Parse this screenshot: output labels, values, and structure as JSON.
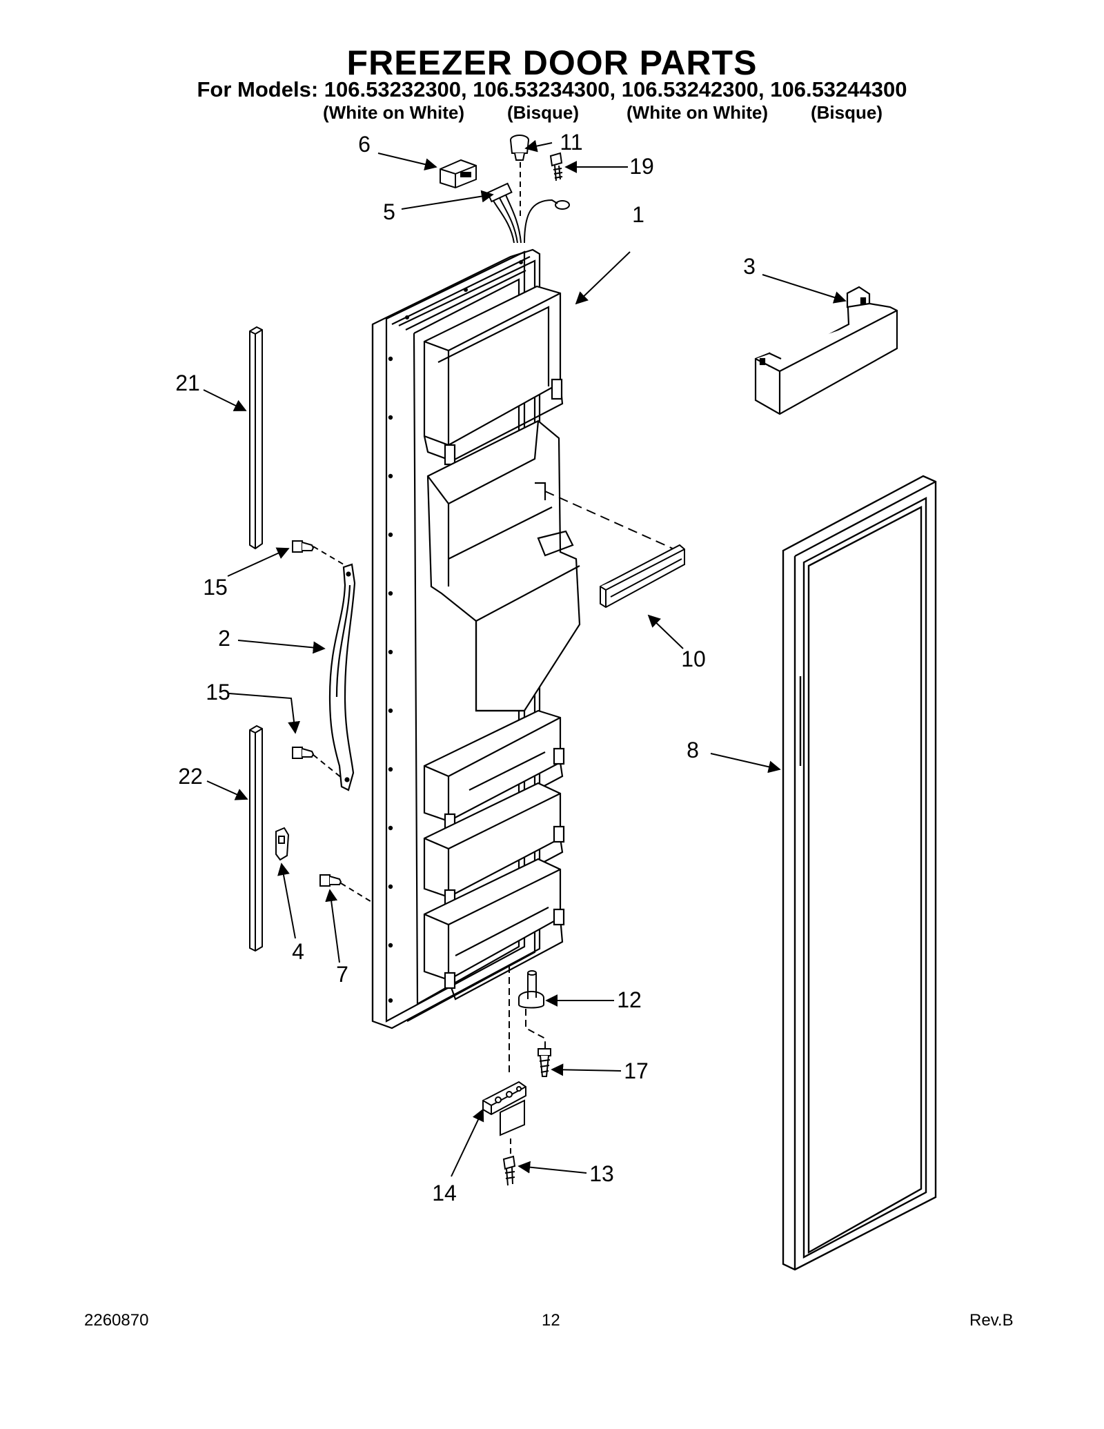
{
  "header": {
    "title": "FREEZER DOOR PARTS",
    "models_line": "For Models: 106.53232300, 106.53234300, 106.53242300, 106.53244300",
    "finishes": [
      "(White on White)",
      "(Bisque)",
      "(White on White)",
      "(Bisque)"
    ]
  },
  "callouts": [
    "1",
    "2",
    "3",
    "4",
    "5",
    "6",
    "7",
    "8",
    "10",
    "11",
    "12",
    "13",
    "14",
    "15",
    "15",
    "17",
    "19",
    "21",
    "22"
  ],
  "footer": {
    "doc_number": "2260870",
    "page_number": "12",
    "revision": "Rev.B"
  }
}
